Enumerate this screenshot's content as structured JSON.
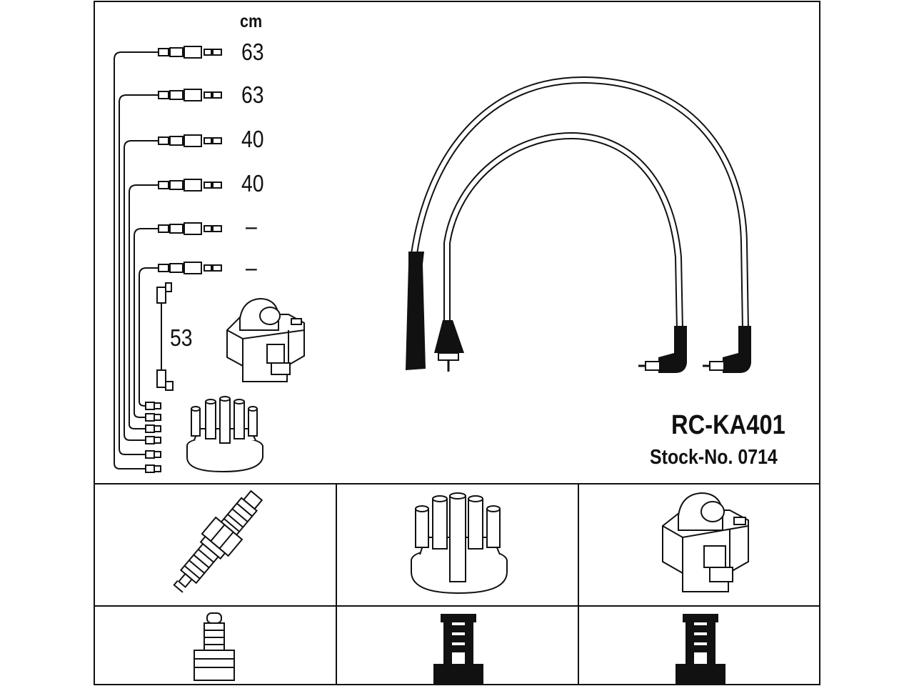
{
  "unit_label": "cm",
  "cable_lengths": [
    {
      "label": "63"
    },
    {
      "label": "63"
    },
    {
      "label": "40"
    },
    {
      "label": "40"
    },
    {
      "label": "–"
    },
    {
      "label": "–"
    }
  ],
  "coil_cable_length": "53",
  "product": {
    "code": "RC-KA401",
    "stock_number": "Stock-No. 0714"
  },
  "parts": {
    "row1": [
      {
        "icon": "spark-plug-icon"
      },
      {
        "icon": "distributor-cap-icon"
      },
      {
        "icon": "ignition-coil-icon"
      }
    ],
    "row2": [
      {
        "icon": "spark-plug-terminal-icon"
      },
      {
        "icon": "distributor-connector-icon"
      },
      {
        "icon": "coil-connector-icon"
      }
    ]
  },
  "colors": {
    "line": "#111111",
    "background": "#ffffff"
  }
}
